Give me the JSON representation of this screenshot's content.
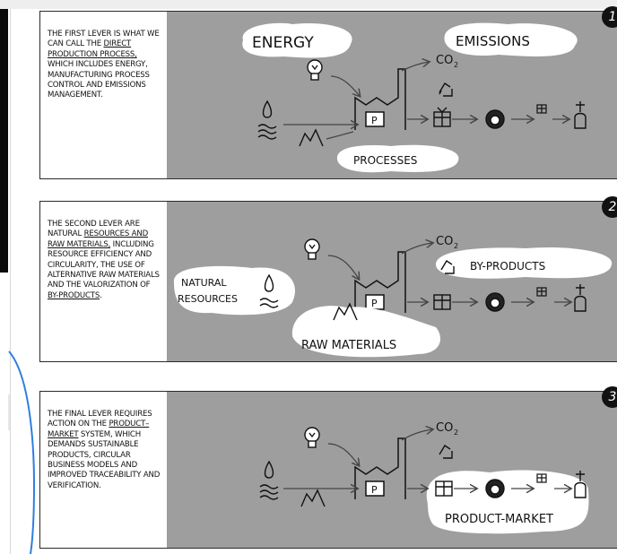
{
  "panels": [
    {
      "number": "1",
      "text_before": "THE FIRST LEVER IS WHAT WE CAN CALL THE ",
      "text_link": "DIRECT PRODUCTION PROCESS,",
      "text_after": " WHICH INCLUDES ENERGY, MANUFACTURING PROCESS CONTROL AND EMISSIONS MANAGEMENT.",
      "labels": {
        "energy": "ENERGY",
        "emissions": "EMISSIONS",
        "processes": "PROCESSES",
        "co2": "CO",
        "co2_sub": "2",
        "factory_p": "P"
      }
    },
    {
      "number": "2",
      "text_before": "THE SECOND LEVER ARE NATURAL ",
      "text_link": "RESOURCES AND RAW MATERIALS,",
      "text_after": " INCLUDING RESOURCE EFFICIENCY AND CIRCULARITY, THE USE OF ALTERNATIVE RAW MATERIALS AND THE VALORIZATION OF ",
      "text_link2": "BY-PRODUCTS",
      "text_end": ".",
      "labels": {
        "natural": "NATURAL",
        "resources": "RESOURCES",
        "raw": "RAW MATERIALS",
        "byproducts": "BY-PRODUCTS",
        "co2": "CO",
        "co2_sub": "2",
        "factory_p": "P"
      }
    },
    {
      "number": "3",
      "text_before": "THE FINAL LEVER REQUIRES ACTION ON THE ",
      "text_link": "PRODUCT–MARKET",
      "text_after": " SYSTEM, WHICH DEMANDS SUSTAINABLE PRODUCTS, CIRCULAR BUSINESS MODELS AND IMPROVED TRACEABILITY AND VERIFICATION.",
      "labels": {
        "productmarket": "PRODUCT-MARKET",
        "co2": "CO",
        "co2_sub": "2",
        "factory_p": "P"
      }
    }
  ]
}
